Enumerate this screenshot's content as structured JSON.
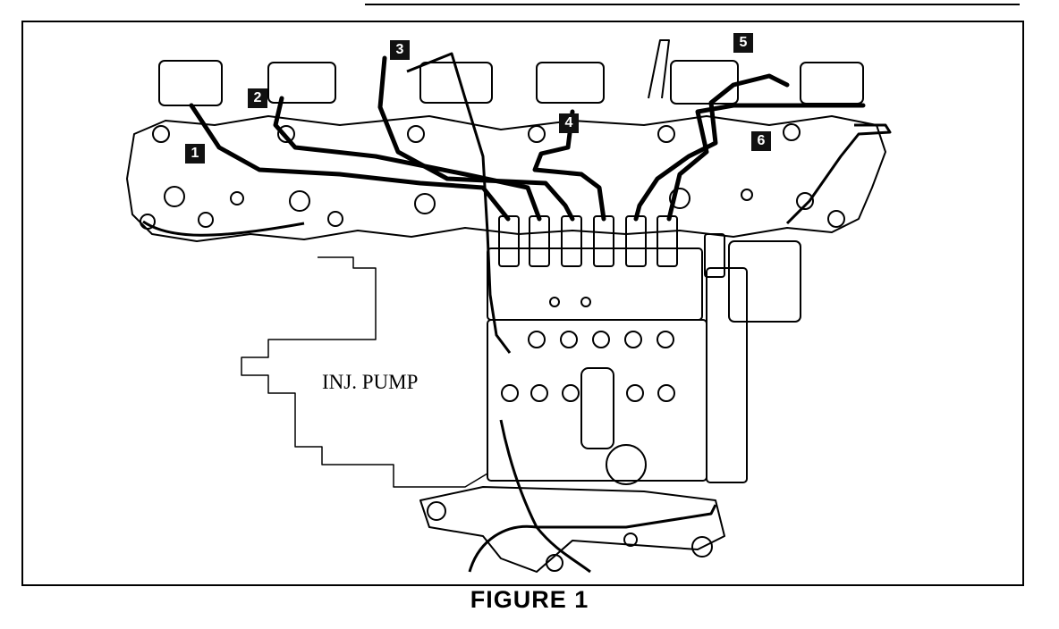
{
  "figure": {
    "caption": "FIGURE 1",
    "component_label": "INJ. PUMP",
    "callouts": [
      "1",
      "2",
      "3",
      "4",
      "5",
      "6"
    ]
  }
}
